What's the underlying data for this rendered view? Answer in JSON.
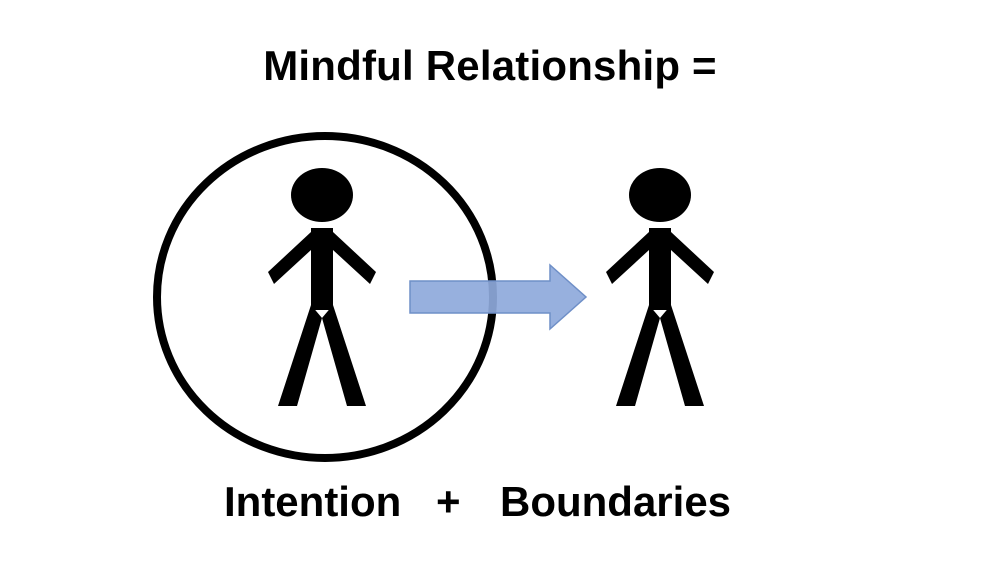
{
  "title": "Mindful Relationship =",
  "caption": {
    "left": "Intention",
    "operator": "+",
    "right": "Boundaries"
  },
  "colors": {
    "figure": "#000000",
    "arrow_fill": "#8ea9db",
    "arrow_stroke": "#6f8fc7",
    "circle": "#000000"
  },
  "icons": [
    "stick-figure-icon",
    "right-arrow-icon",
    "boundary-circle"
  ]
}
